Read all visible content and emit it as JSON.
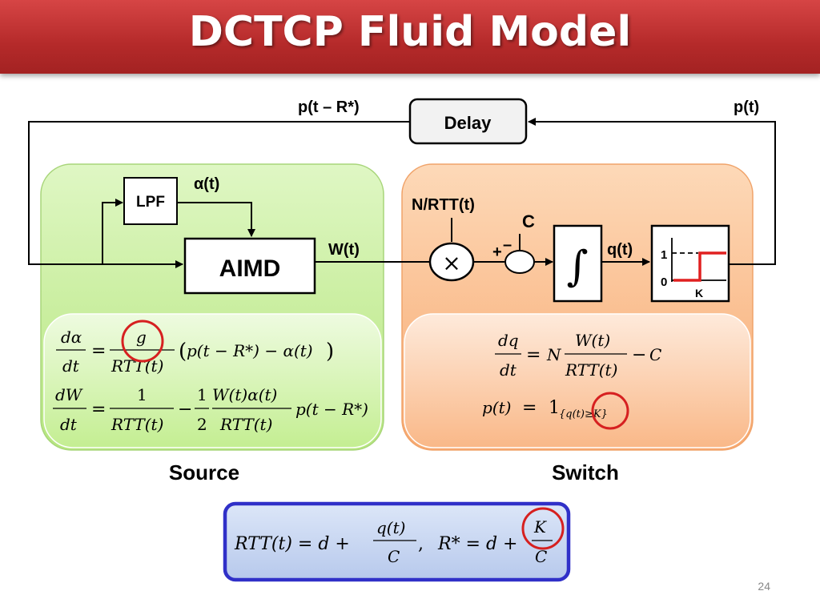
{
  "slide": {
    "title": "DCTCP Fluid Model",
    "page_number": "24"
  },
  "diagram": {
    "delay_label": "Delay",
    "delayed_marking_label": "p(t – R*)",
    "marking_label": "p(t)",
    "lpf_label": "LPF",
    "alpha_label": "α(t)",
    "aimd_label": "AIMD",
    "window_label": "W(t)",
    "nrtt_label": "N/RTT(t)",
    "multiply_symbol": "×",
    "capacity_label": "C",
    "plus_sign": "+",
    "minus_sign": "–",
    "integral_symbol": "∫",
    "queue_label": "q(t)",
    "step_one": "1",
    "step_zero": "0",
    "step_threshold": "K",
    "source_label": "Source",
    "switch_label": "Switch"
  },
  "colors": {
    "title_bar": "#c0392b",
    "source_panel": "#c8ee9a",
    "switch_panel": "#fbc293",
    "highlight_circle": "#d62020",
    "step_function": "#e02020",
    "rtt_box_fill": "#c5d5f0",
    "rtt_box_border": "#3030c8"
  }
}
